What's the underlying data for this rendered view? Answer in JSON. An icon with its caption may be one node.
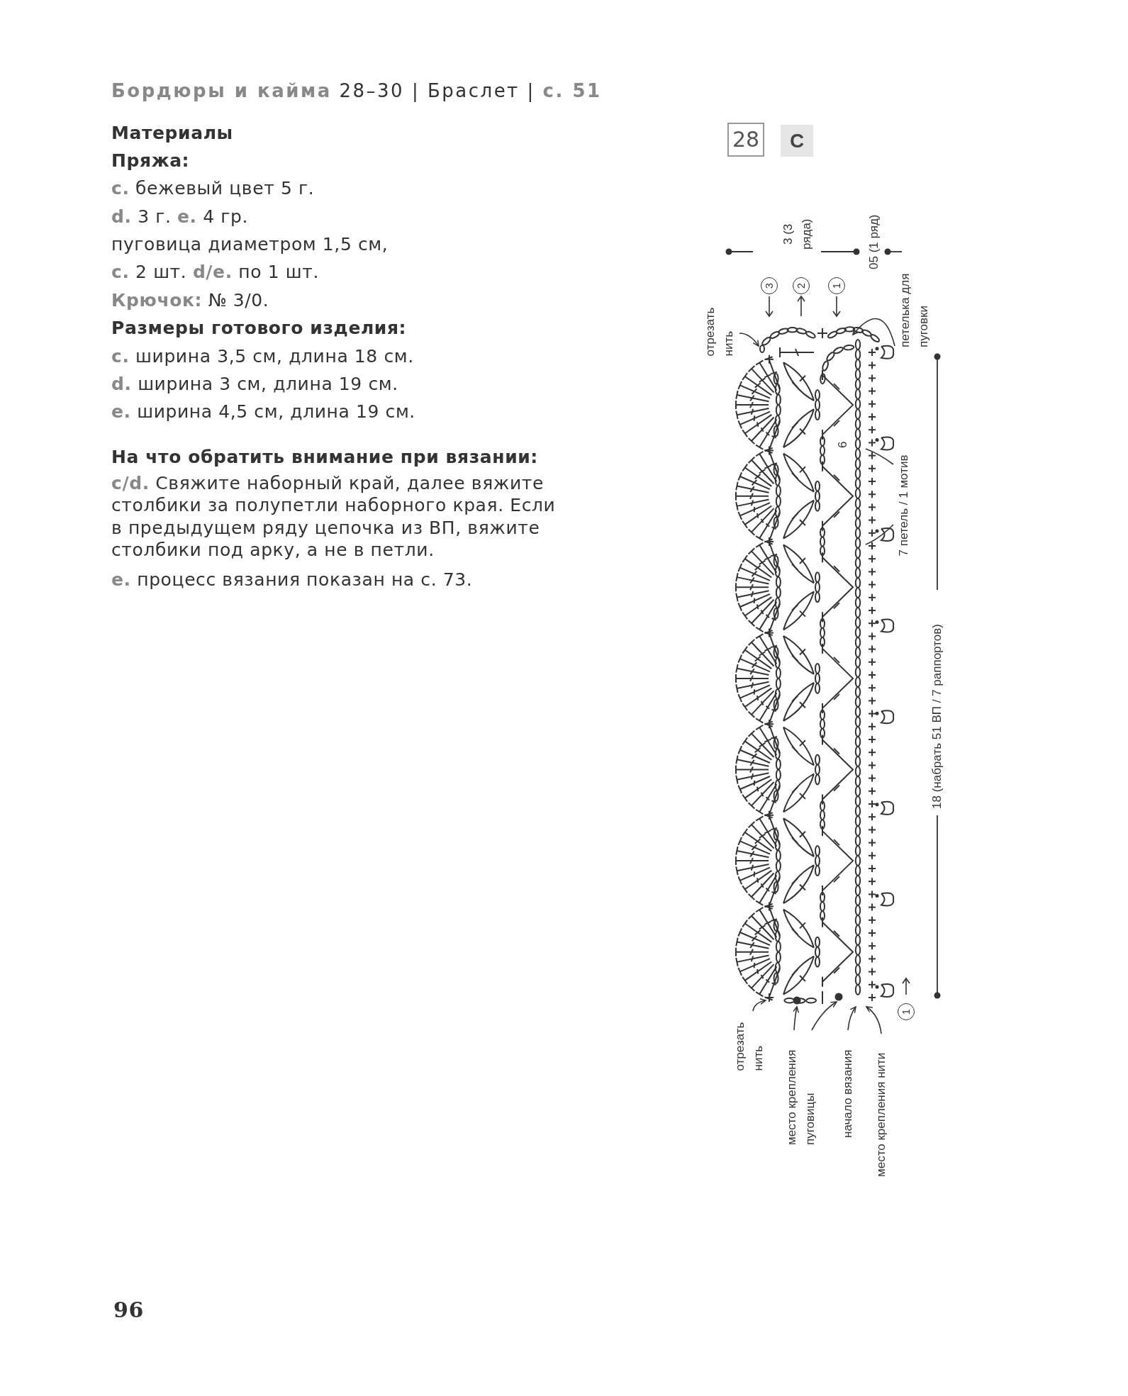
{
  "diagram": {
    "nodes": [
      {
        "text": [
          "отрезать нить"
        ]
      },
      {
        "text": [
          "петелька для пуговки"
        ]
      },
      {
        "text": [
          "7 петель / 1 мотив"
        ]
      },
      {
        "text": [
          "отрезать нить"
        ]
      },
      {
        "text": [
          "место крепления пуговицы"
        ]
      },
      {
        "text": [
          "начало вязания"
        ]
      },
      {
        "text": [
          "место крепления нити"
        ]
      },
      {
        "text": [],
        "shape": "picture"
      }
    ],
    "edges": [
      {
        "from": 0,
        "to": 7,
        "arrow": "to"
      },
      {
        "from": 1,
        "to": 7,
        "arrow": "to"
      },
      {
        "from": 2,
        "to": 7,
        "arrow": "none"
      },
      {
        "from": 2,
        "to": 7,
        "arrow": "none"
      },
      {
        "from": 3,
        "to": 7,
        "arrow": "to"
      },
      {
        "from": 4,
        "to": 7,
        "arrow": "to"
      },
      {
        "from": 4,
        "to": 7,
        "arrow": "to"
      },
      {
        "from": 5,
        "to": 7,
        "arrow": "to"
      },
      {
        "from": 6,
        "to": 7,
        "arrow": "to"
      }
    ],
    "labels": [
      "**Бордюры и кайма** 28–30 | Браслет | **с. 51**",
      "Материалы",
      "28",
      "C",
      "Пряжа:",
      "**c.** бежевый цвет 5 г.",
      "**d.** 3 г. **e.** 4 гр.",
      "пуговица диаметром 1,5 см,",
      "**c.** 2 шт. **d/e.** по 1 шт.",
      "**Крючок:** № 3/0.",
      "Размеры готового изделия:",
      "**c.** ширина 3,5 см, длина 18 см.",
      "**d.** ширина 3 см, длина 19 см.",
      "**e.** ширина 4,5 см, длина 19 см.",
      "На что обратить внимание при вязании:",
      "**c/d.** Свяжите наборный край, далее вяжите столбики за полупетли наборного края. Если в предыдущем ряду цепочка из ВП, вяжите столбики под арку, а не в петли.",
      "**e.** процесс вязания показан на с. 73.",
      "3 (3 ряда)",
      "05 (1 ряд)",
      "3",
      "2",
      "1",
      "6",
      "18 (набрать 51 ВП / 7 раппортов)",
      "1",
      "96"
    ]
  }
}
